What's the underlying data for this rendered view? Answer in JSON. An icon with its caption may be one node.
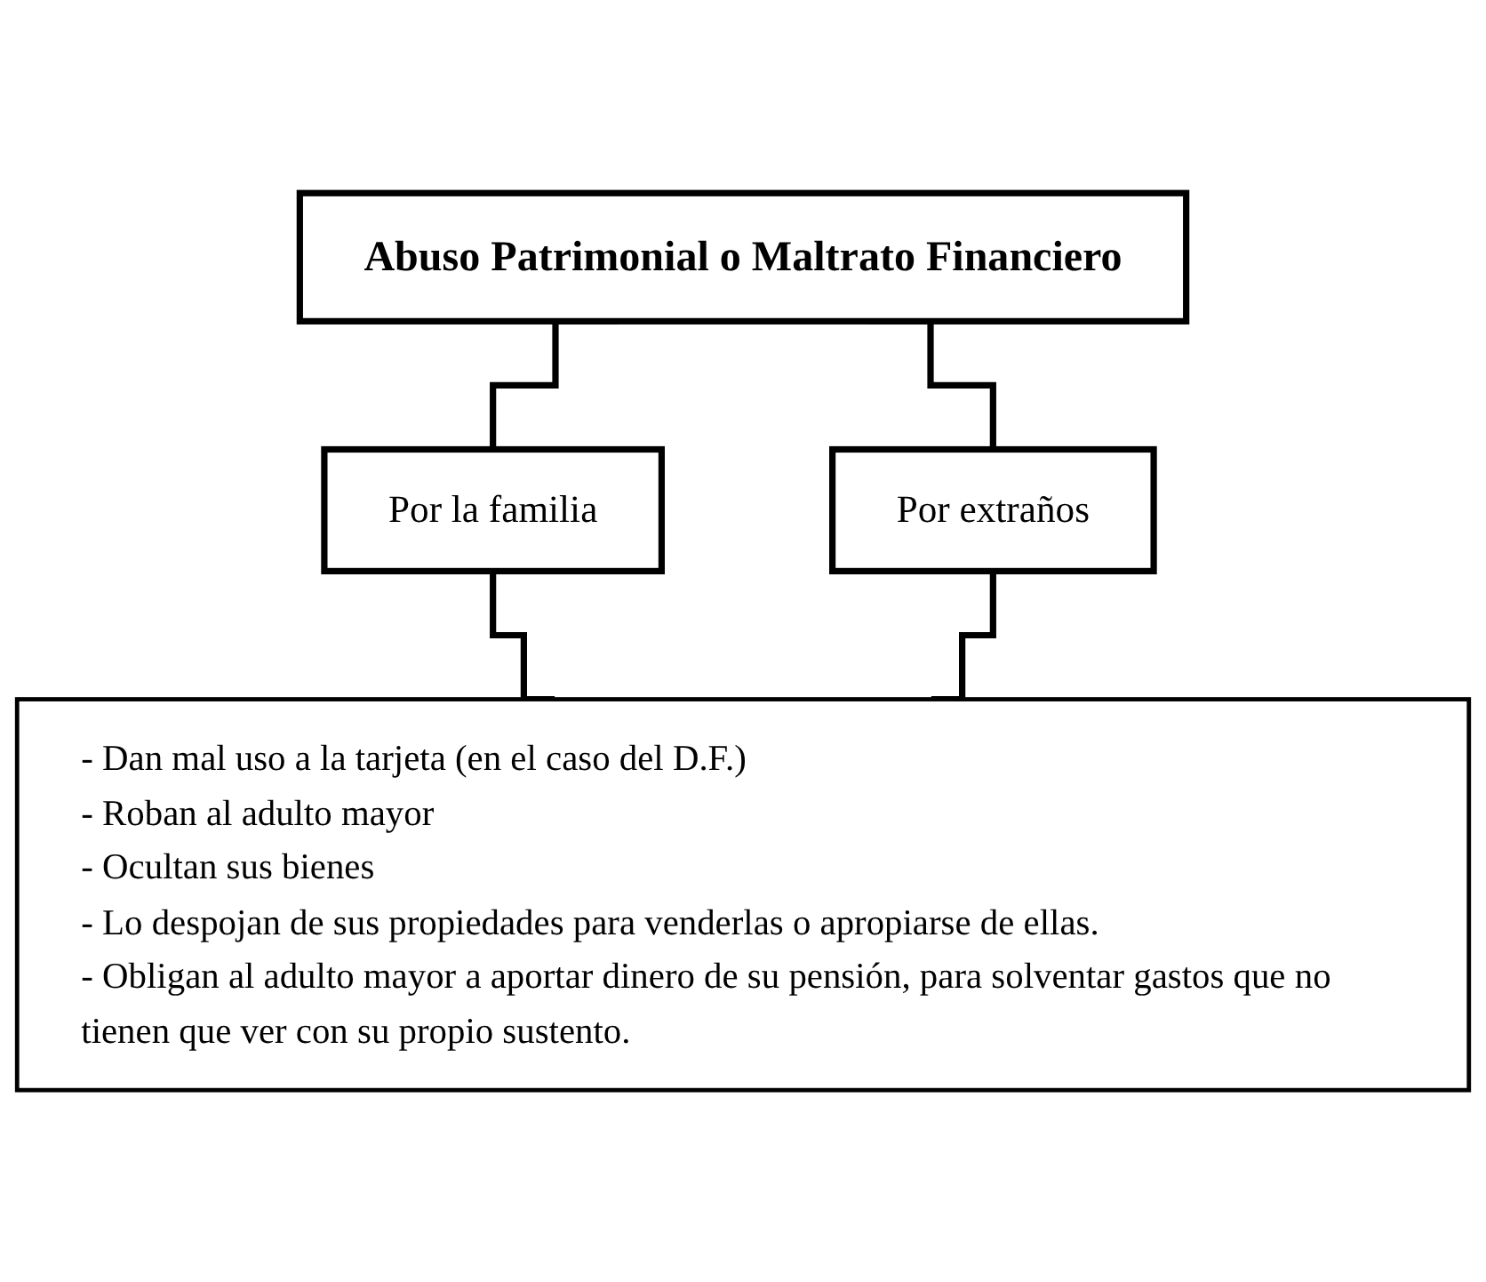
{
  "diagram": {
    "nodes": [
      {
        "text": [
          "Abuso Patrimonial o Maltrato Financiero"
        ]
      },
      {
        "text": [
          "Por la familia"
        ]
      },
      {
        "text": [
          "Por extraños"
        ]
      },
      {
        "text": [
          "- Dan mal uso a la tarjeta (en el caso del D.F.)",
          "- Roban al adulto mayor",
          "- Ocultan sus bienes",
          "- Lo despojan de sus propiedades para venderlas o apropiarse de ellas.",
          "- Obligan al adulto mayor a aportar dinero de su pensión, para solventar gastos que no tienen que ver con su propio sustento."
        ]
      }
    ],
    "edges": [
      {
        "from": 0,
        "to": 1,
        "arrow": "none"
      },
      {
        "from": 0,
        "to": 2,
        "arrow": "none"
      },
      {
        "from": 1,
        "to": 3,
        "arrow": "none"
      },
      {
        "from": 2,
        "to": 3,
        "arrow": "none"
      }
    ]
  }
}
